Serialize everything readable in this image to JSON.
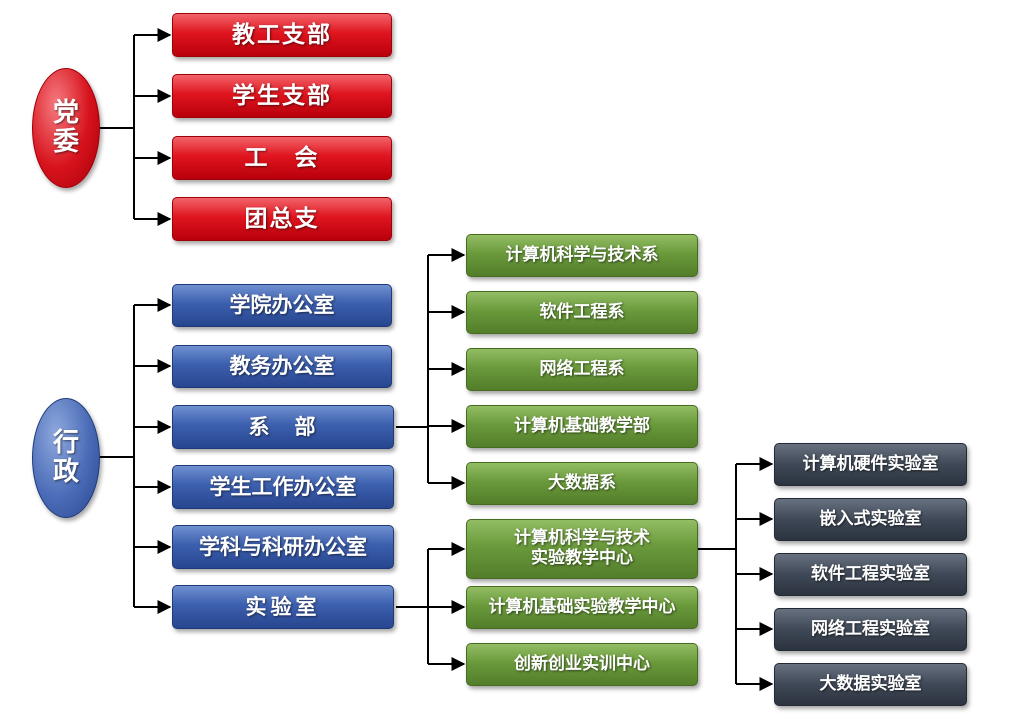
{
  "diagram": {
    "party": {
      "root": [
        "党",
        "委"
      ],
      "children": [
        "教工支部",
        "学生支部",
        "工　会",
        "团总支"
      ]
    },
    "admin": {
      "root": [
        "行",
        "政"
      ],
      "children": [
        "学院办公室",
        "教务办公室",
        "系　部",
        "学生工作办公室",
        "学科与科研办公室",
        "实验室"
      ]
    },
    "departments": [
      "计算机科学与技术系",
      "软件工程系",
      "网络工程系",
      "计算机基础教学部",
      "大数据系"
    ],
    "labs": [
      "计算机科学与技术\n实验教学中心",
      "计算机基础实验教学中心",
      "创新创业实训中心"
    ],
    "lab_rooms": [
      "计算机硬件实验室",
      "嵌入式实验室",
      "软件工程实验室",
      "网络工程实验室",
      "大数据实验室"
    ]
  },
  "colors": {
    "party": "#d7121c",
    "admin": "#3c5fae",
    "department": "#6a9a3c",
    "lab_room": "#3f4856",
    "connector": "#000000"
  }
}
